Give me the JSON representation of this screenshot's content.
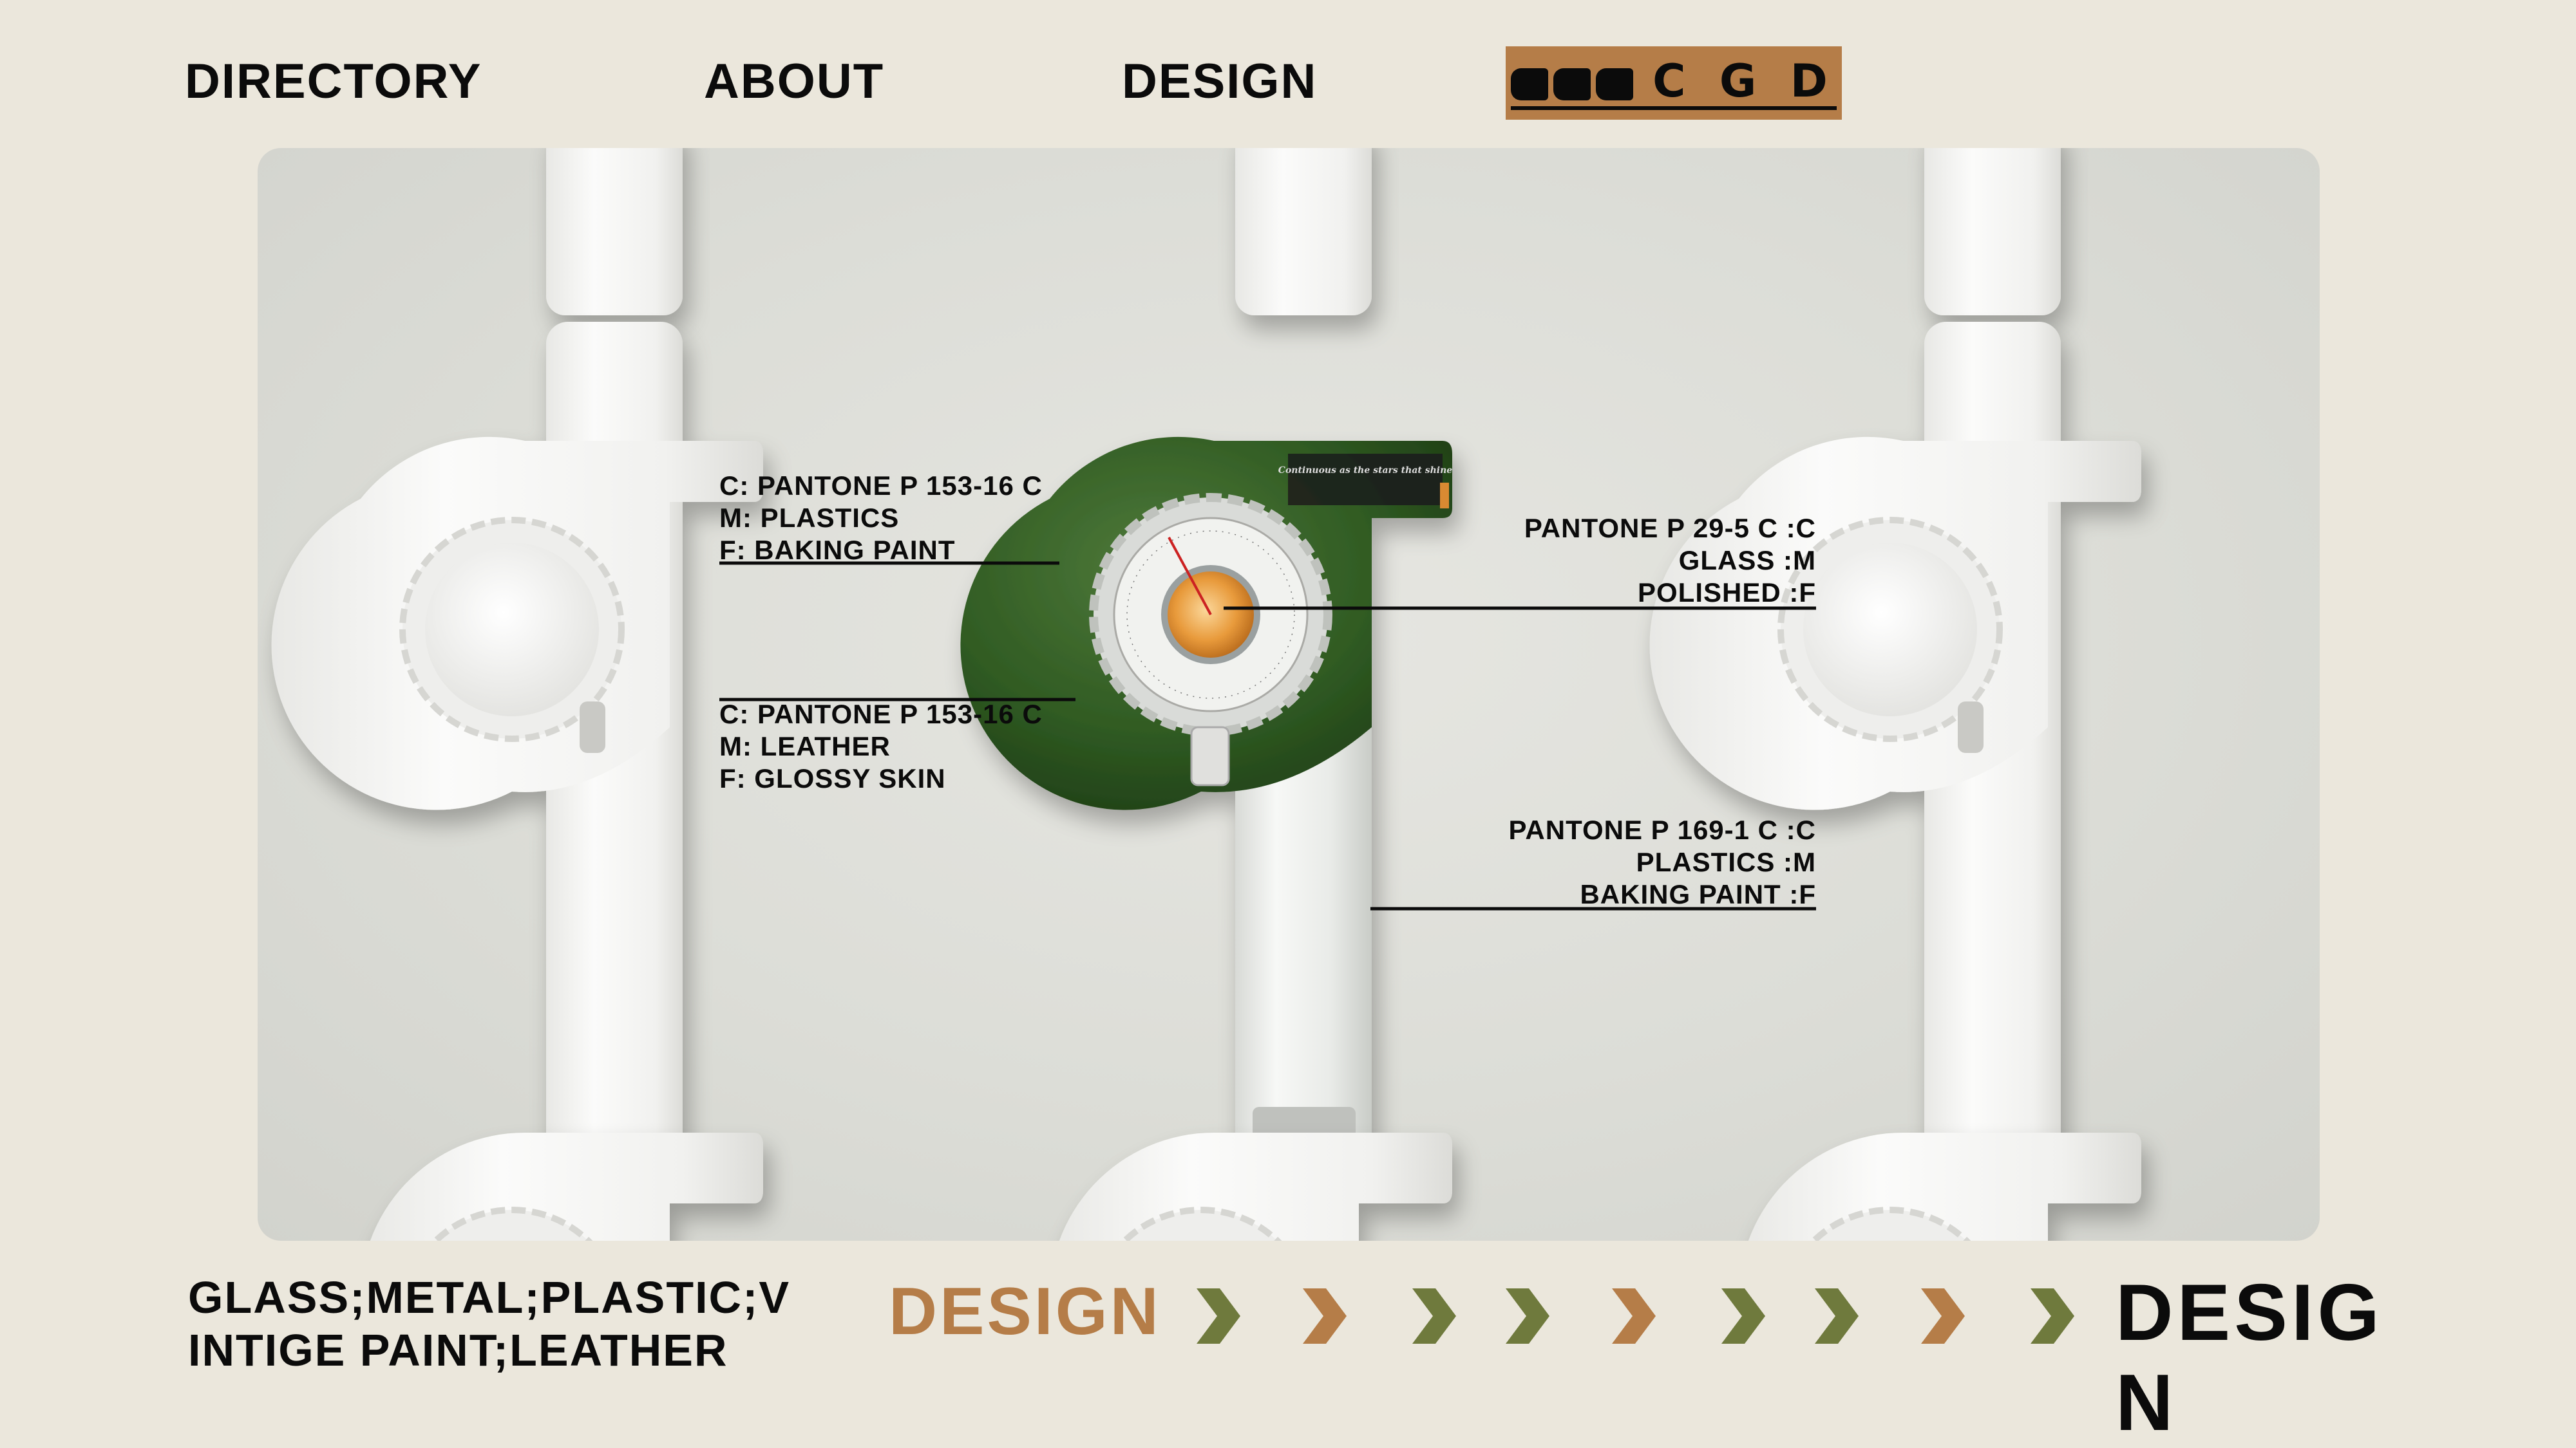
{
  "nav": {
    "items": [
      "DIRECTORY",
      "ABOUT",
      "DESIGN"
    ],
    "logo_text": "C G D",
    "logo_color": "#b57d48"
  },
  "specs": {
    "top_left": [
      "C: PANTONE P 153-16 C",
      "M: PLASTICS",
      "F: BAKING PAINT"
    ],
    "bottom_left": [
      "C: PANTONE P 153-16 C",
      "M: LEATHER",
      "F: GLOSSY SKIN"
    ],
    "top_right": [
      "PANTONE P 29-5 C :C",
      "GLASS :M",
      "POLISHED :F"
    ],
    "bottom_right": [
      "PANTONE P 169-1 C :C",
      "PLASTICS :M",
      "BAKING PAINT :F"
    ]
  },
  "product": {
    "shell_color": "#2f5a22",
    "body_color": "#f4f4f2",
    "dial_color": "#e89a3b",
    "tagline": "Continuous as the stars that shine"
  },
  "footer": {
    "materials": [
      "GLASS;METAL;PLASTIC;V",
      "INTIGE PAINT;LEATHER"
    ],
    "design_label": "DESIGN",
    "design_label_color": "#b57d48",
    "big_title": "DESIGN",
    "chevron_colors": [
      "#6f7a3d",
      "#b57d48",
      "#6f7a3d",
      "#6f7a3d",
      "#b57d48",
      "#6f7a3d",
      "#6f7a3d",
      "#b57d48",
      "#6f7a3d"
    ]
  }
}
